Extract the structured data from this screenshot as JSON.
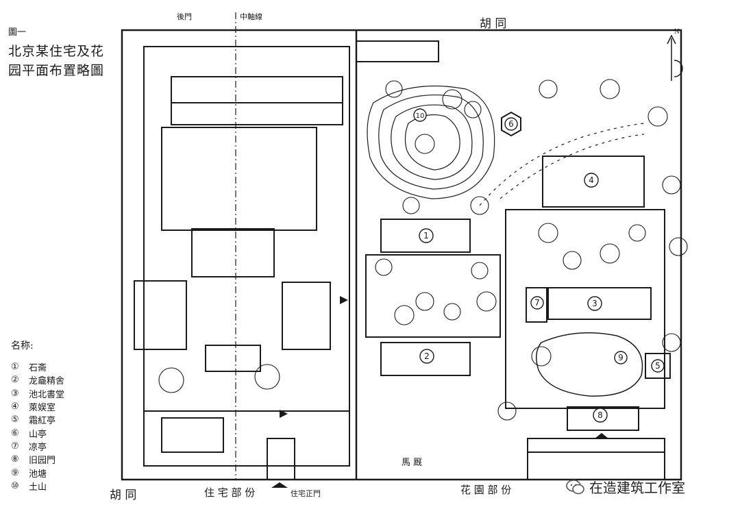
{
  "figure": {
    "label": "圖一",
    "title_line1": "北京某住宅及花",
    "title_line2": "园平面布置略圖"
  },
  "legend": {
    "heading": "名称:",
    "items": [
      {
        "num": "①",
        "name": "石斋"
      },
      {
        "num": "②",
        "name": "龙龕精舍"
      },
      {
        "num": "③",
        "name": "池北書堂"
      },
      {
        "num": "④",
        "name": "萊娱室"
      },
      {
        "num": "⑤",
        "name": "霜紅亭"
      },
      {
        "num": "⑥",
        "name": "山亭"
      },
      {
        "num": "⑦",
        "name": "凉亭"
      },
      {
        "num": "⑧",
        "name": "旧园門"
      },
      {
        "num": "⑨",
        "name": "池塘"
      },
      {
        "num": "⑩",
        "name": "土山"
      }
    ]
  },
  "map_labels": {
    "back_gate": "後門",
    "central_axis": "中軸線",
    "alley_top": "胡 同",
    "alley_bottom": "胡 同",
    "residence_part": "住 宅 部 份",
    "main_gate": "住宅正門",
    "garden_part": "花 園 部 份",
    "stable": "馬 厩",
    "north": "N"
  },
  "building_numbers": {
    "b1": "1",
    "b2": "2",
    "b3": "3",
    "b4": "4",
    "b5": "5",
    "b6": "6",
    "b7": "7",
    "b8": "8",
    "b9": "9",
    "b10": "10"
  },
  "watermark": {
    "text": "在造建筑工作室"
  },
  "style": {
    "ink": "#1a1a1a",
    "paper": "#ffffff"
  }
}
